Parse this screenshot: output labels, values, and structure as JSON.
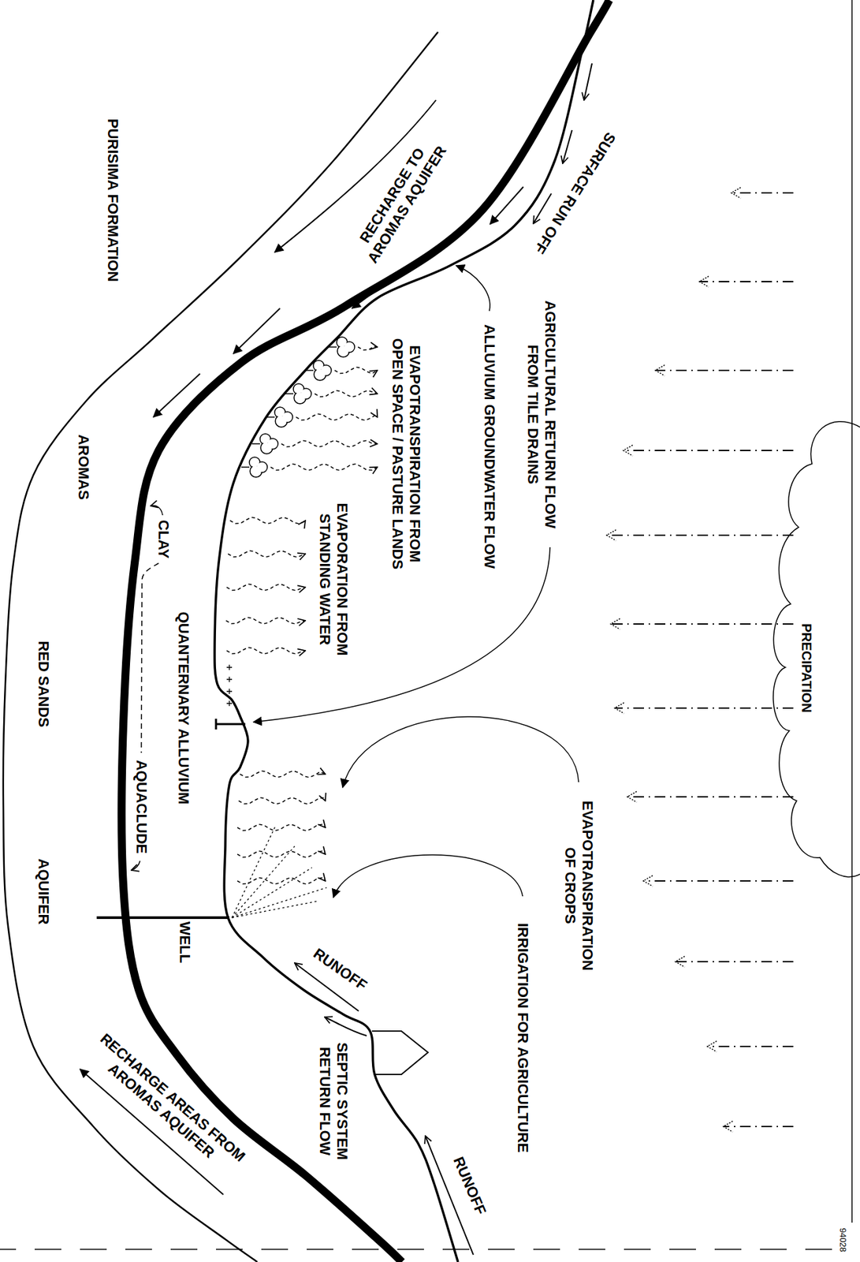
{
  "diagram": {
    "labels": [
      "PRECIPATION",
      "SURFACE RUN OFF",
      "RECHARGE TO AROMAS AQUIFER",
      "PURISIMA FORMATION",
      "AGRICULTURAL RETURN FLOW FROM TILE DRAINS",
      "ALLUVIUM GROUNDWATER FLOW",
      "EVAPOTRANSPIRATION FROM OPEN SPACE / PASTURE LANDS",
      "EVAPORATION FROM STANDING WATER",
      "QUANTERNARY ALLUVIUM",
      "CLAY",
      "AQUACLUDE",
      "AROMAS",
      "RED SANDS",
      "AQUIFER",
      "EVAPOTRANSPIRATION OF CROPS",
      "IRRIGATION FOR AGRICULTURE",
      "WELL",
      "RUNOFF",
      "SEPTIC SYSTEM RETURN FLOW",
      "RUNOFF",
      "RECHARGE AREAS FROM AROMAS AQUIFER",
      "94028"
    ]
  }
}
